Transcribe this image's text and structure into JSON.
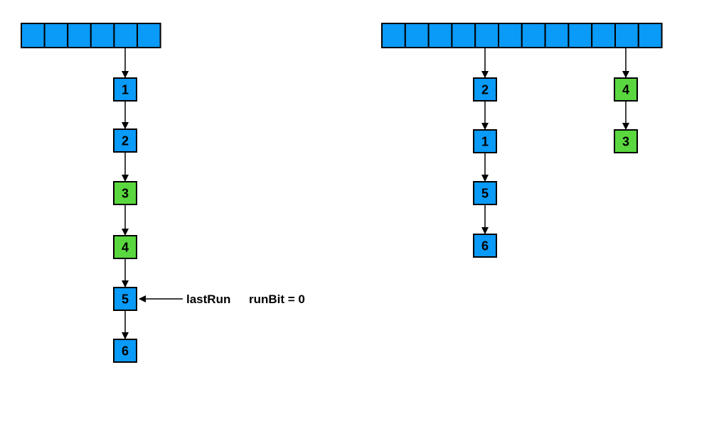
{
  "colors": {
    "blue": "#0a9af7",
    "green": "#5ad73f",
    "stroke": "#000000",
    "text": "#000000"
  },
  "left_diagram": {
    "table_cells": 6,
    "nodes": [
      {
        "label": "1",
        "color": "blue"
      },
      {
        "label": "2",
        "color": "blue"
      },
      {
        "label": "3",
        "color": "green"
      },
      {
        "label": "4",
        "color": "green"
      },
      {
        "label": "5",
        "color": "blue"
      },
      {
        "label": "6",
        "color": "blue"
      }
    ],
    "pointer_label": "lastRun",
    "run_bit_label": "runBit = 0"
  },
  "right_diagram": {
    "table_cells": 12,
    "chains": [
      {
        "nodes": [
          {
            "label": "2",
            "color": "blue"
          },
          {
            "label": "1",
            "color": "blue"
          },
          {
            "label": "5",
            "color": "blue"
          },
          {
            "label": "6",
            "color": "blue"
          }
        ]
      },
      {
        "nodes": [
          {
            "label": "4",
            "color": "green"
          },
          {
            "label": "3",
            "color": "green"
          }
        ]
      }
    ]
  }
}
